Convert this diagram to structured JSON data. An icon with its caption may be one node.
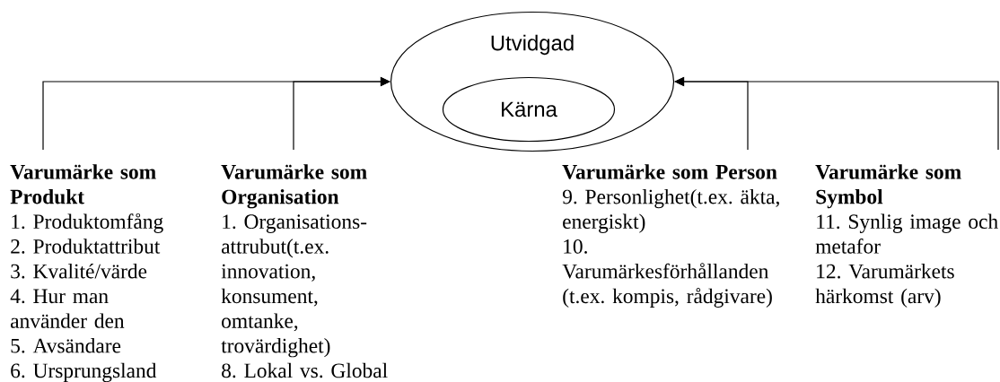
{
  "diagram": {
    "nodes": [
      {
        "text": [
          "Utvidgad"
        ]
      },
      {
        "text": [
          "Kärna"
        ],
        "in": 0
      },
      {
        "text": [
          "Varumärke som Produkt",
          "1. Produktomfång",
          "2. Produktattribut",
          "3. Kvalité/värde",
          "4. Hur man använder den",
          "5. Avsändare",
          "6. Ursprungsland"
        ]
      },
      {
        "text": [
          "Varumärke som Organisation",
          "1.  Organisations-attrubut(t.ex. innovation, konsument, omtanke, trovärdighet)",
          "8. Lokal vs. Global"
        ]
      },
      {
        "text": [
          "Varumärke som Person",
          "9. Personlighet(t.ex. äkta, energiskt)",
          "10. Varumärkesförhållanden (t.ex. kompis, rådgivare)"
        ]
      },
      {
        "text": [
          "Varumärke som Symbol",
          "11. Synlig image och metafor",
          "12. Varumärkets härkomst (arv)"
        ]
      }
    ],
    "edges": [
      {
        "from": 2,
        "to": 0,
        "arrow": "to"
      },
      {
        "from": 3,
        "to": 0,
        "arrow": "to"
      },
      {
        "from": 4,
        "to": 0,
        "arrow": "to"
      },
      {
        "from": 5,
        "to": 0,
        "arrow": "to"
      }
    ]
  }
}
